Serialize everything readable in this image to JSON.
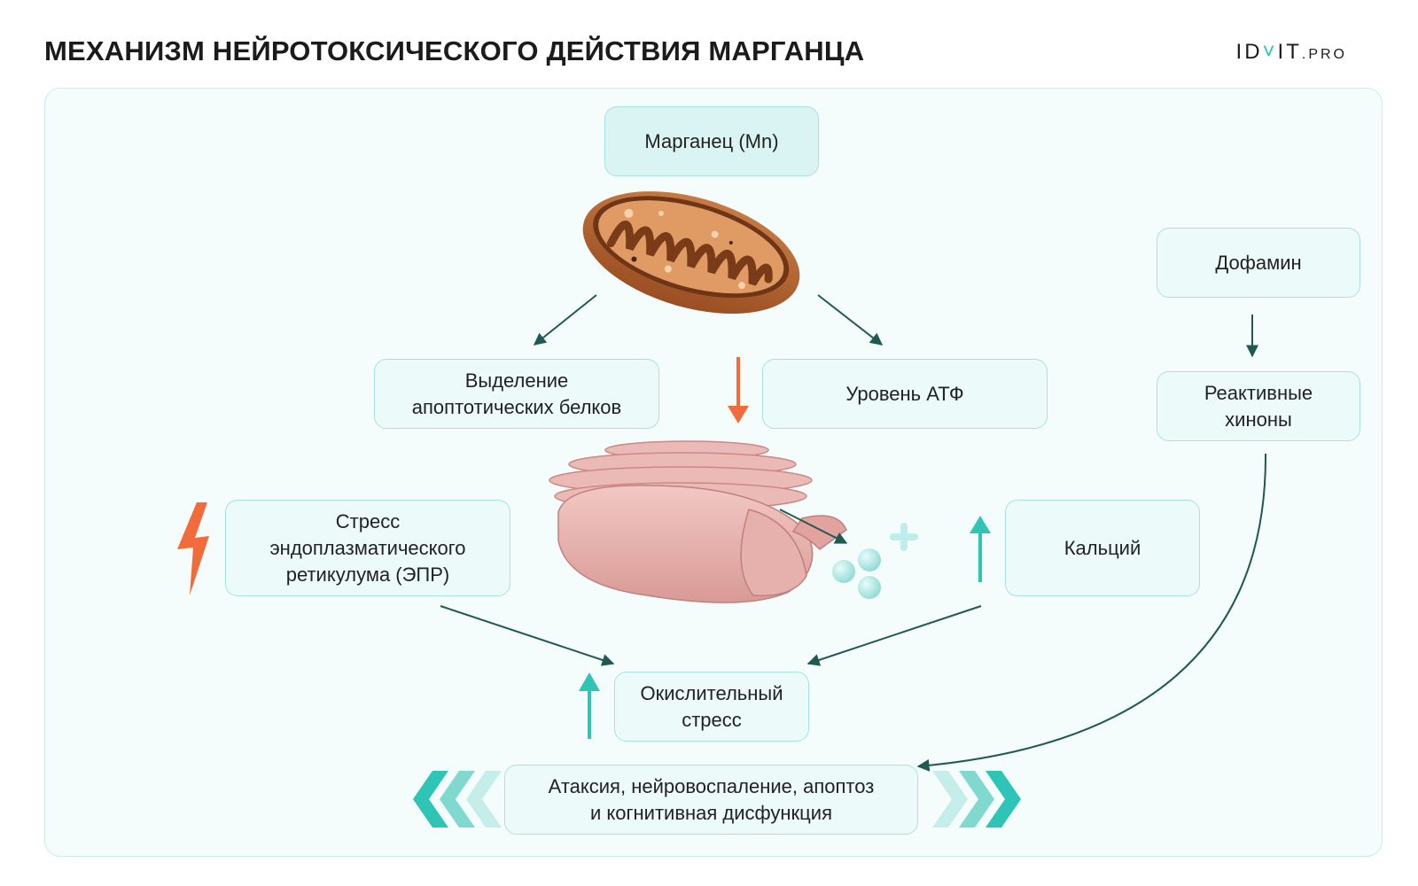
{
  "header": {
    "title": "МЕХАНИЗМ НЕЙРОТОКСИЧЕСКОГО ДЕЙСТВИЯ МАРГАНЦА",
    "logo_prefix": "ID",
    "logo_mark": "˅",
    "logo_suffix": "IT",
    "logo_domain": ".PRO"
  },
  "nodes": {
    "manganese": "Марганец (Mn)",
    "apoptotic_proteins": "Выделение\nапоптотических белков",
    "atp_level": "Уровень АТФ",
    "dopamine": "Дофамин",
    "reactive_quinones": "Реактивные\nхиноны",
    "er_stress": "Стресс\nэндоплазматического\nретикулума (ЭПР)",
    "calcium": "Кальций",
    "oxidative_stress": "Окислительный\nстресс",
    "outcome": "Атаксия, нейровоспаление, апоптоз\nи когнитивная дисфункция"
  },
  "icons": {
    "mitochondrion": "mitochondrion-illustration",
    "er": "endoplasmic-reticulum-illustration",
    "lightning": "lightning-icon",
    "calcium_ions": "calcium-ions-icon"
  },
  "colors": {
    "accent": "#2ec4b6",
    "arrow_dark": "#1f5a52",
    "arrow_down": "#f26b3a",
    "box_border": "#a8e2dd",
    "box_fill": "#ecfaf9"
  }
}
